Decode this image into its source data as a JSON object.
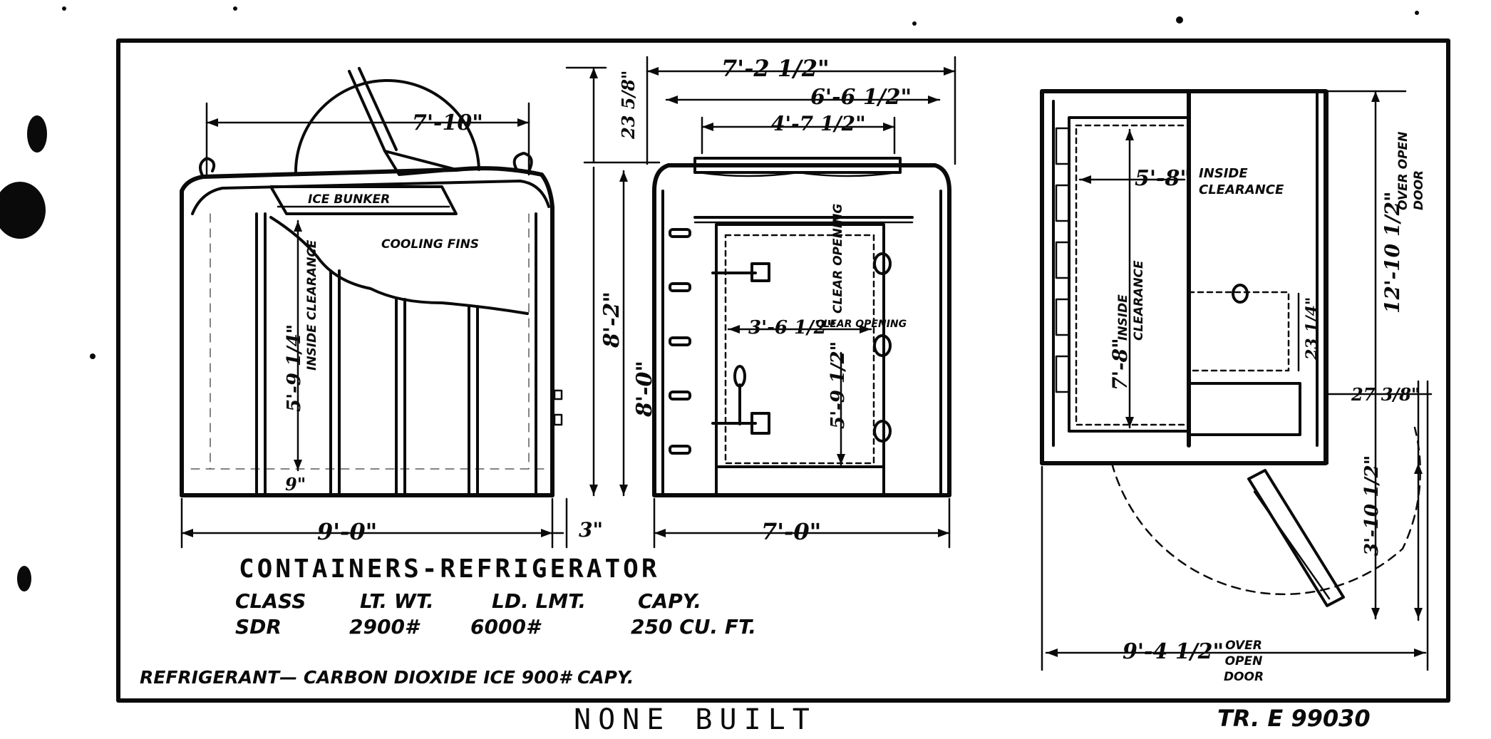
{
  "drawing": {
    "title": "CONTAINERS-REFRIGERATOR",
    "spec_headers": [
      "CLASS",
      "LT. WT.",
      "LD. LMT.",
      "CAPY."
    ],
    "spec_values": [
      "SDR",
      "2900#",
      "6000#",
      "250 CU. FT."
    ],
    "refrigerant": "REFRIGERANT— CARBON DIOXIDE ICE 900# CAPY.",
    "footer_left": "NONE BUILT",
    "footer_right": "TR. E 99030"
  },
  "side_view": {
    "ice_bunker": "ICE BUNKER",
    "cooling_fins": "COOLING FINS",
    "dim_top_width": "7'-10\"",
    "dim_lid_height": "23 5/8\"",
    "dim_overall_height": "8'-2\"",
    "dim_body_height": "8'-0\"",
    "dim_inside_clearance": "5'-9 1/4\"",
    "inside_clearance_label": "INSIDE CLEARANCE",
    "dim_base": "9\"",
    "dim_length": "9'-0\"",
    "dim_offset": "3\""
  },
  "end_view": {
    "dim_overall_width": "7'-2 1/2\"",
    "dim_top_width": "6'-6 1/2\"",
    "dim_hatch_width": "4'-7 1/2\"",
    "dim_clear_opening_width": "3'-6 1/2\"",
    "clear_opening_label": "CLEAR OPENING",
    "clear_opening_vertical": "CLEAR OPENING",
    "dim_door_height": "5'-9 1/2\"",
    "dim_base_width": "7'-0\""
  },
  "plan_view": {
    "dim_inside_width": "5'-8\"",
    "inside_clearance_label": "INSIDE CLEARANCE",
    "dim_inside_length": "7'-8\"",
    "inside_clearance_vertical": "INSIDE CLEARANCE",
    "dim_over_door": "12'-10 1/2\"",
    "over_open_door_label": "OVER OPEN DOOR",
    "dim_23_quarter": "23 1/4\"",
    "dim_27": "27 3/8\"",
    "dim_door_swing": "3'-10 1/2\"",
    "dim_overall": "9'-4 1/2\"",
    "over_open_door_bottom": "OVER OPEN DOOR"
  }
}
